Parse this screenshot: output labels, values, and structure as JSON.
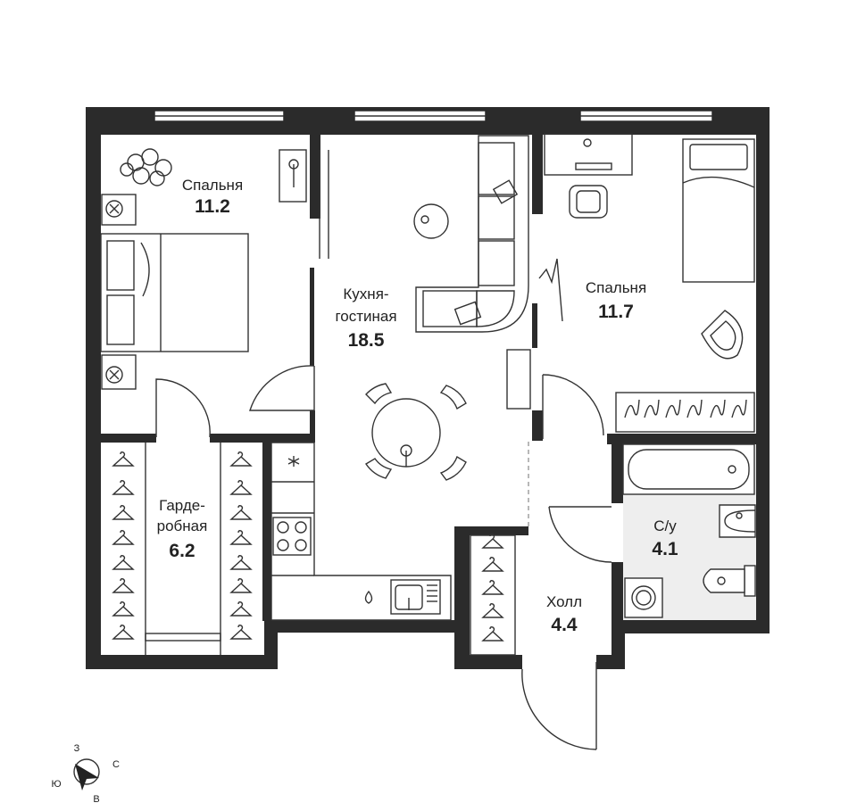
{
  "rooms": {
    "bedroom1": {
      "name": "Спальня",
      "area": "11.2"
    },
    "living": {
      "name_line1": "Кухня-",
      "name_line2": "гостиная",
      "area": "18.5"
    },
    "bedroom2": {
      "name": "Спальня",
      "area": "11.7"
    },
    "wardrobe": {
      "name_line1": "Гарде-",
      "name_line2": "робная",
      "area": "6.2"
    },
    "bathroom": {
      "name": "С/у",
      "area": "4.1"
    },
    "hall": {
      "name": "Холл",
      "area": "4.4"
    }
  },
  "compass": {
    "north": "З",
    "east": "С",
    "south": "В",
    "west": "Ю"
  },
  "colors": {
    "wall": "#2b2b2b",
    "bathroom_floor": "#eeeeee",
    "background": "#ffffff"
  }
}
